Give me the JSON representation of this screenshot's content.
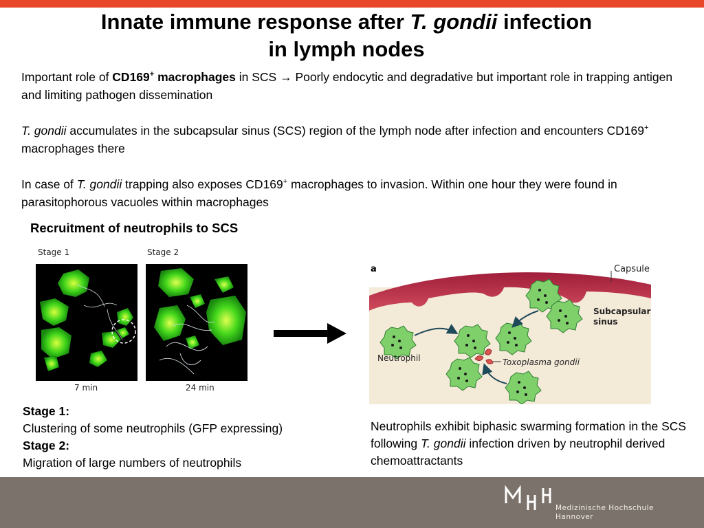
{
  "title": {
    "line1_a": "Innate immune response after ",
    "line1_italic": "T. gondii",
    "line1_b": " infection",
    "line2": "in lymph nodes"
  },
  "paragraphs": {
    "p1": {
      "a": "Important role of ",
      "bold": "CD169",
      "bold_sup": "+",
      "bold_b": " macrophages",
      "b": " in SCS ",
      "arrow": "→",
      "c": " Poorly endocytic and degradative but important role in trapping antigen and limiting pathogen dissemination"
    },
    "p2": {
      "italic": "T. gondii",
      "a": " accumulates in the subcapsular sinus (SCS) region of the lymph node after infection and encounters CD169",
      "sup": "+",
      "b": " macrophages there"
    },
    "p3": {
      "a": "In case of ",
      "italic": "T. gondii",
      "b": " trapping also exposes CD169",
      "sup": "+",
      "c": " macrophages to invasion. Within one hour they were found in parasitophorous vacuoles within macrophages"
    }
  },
  "subheading": "Recruitment of neutrophils to SCS",
  "microscopy": {
    "stage1_label": "Stage 1",
    "stage2_label": "Stage 2",
    "time1": "7 min",
    "time2": "24 min"
  },
  "diagram": {
    "panel_letter": "a",
    "capsule": "Capsule",
    "subcapsular_line1": "Subcapsular",
    "subcapsular_line2": "sinus",
    "neutrophil": "Neutrophil",
    "toxoplasma": "Toxoplasma gondii"
  },
  "caption_left": {
    "stage1_head": "Stage 1:",
    "stage1_text": "Clustering of some neutrophils (GFP expressing)",
    "stage2_head": "Stage 2:",
    "stage2_text": "Migration of large numbers of neutrophils"
  },
  "caption_right": {
    "a": "Neutrophils exhibit biphasic swarming formation in the SCS following ",
    "italic": "T. gondii",
    "b": " infection driven by neutrophil derived chemoattractants"
  },
  "footer": {
    "logo_line1": "Medizinische Hochschule",
    "logo_line2": "Hannover"
  },
  "colors": {
    "top_bar": "#e8472a",
    "footer": "#7b736b",
    "capsule": "#c0304a",
    "neutrophil": "#7fcf6a",
    "parasite": "#d9534f"
  }
}
